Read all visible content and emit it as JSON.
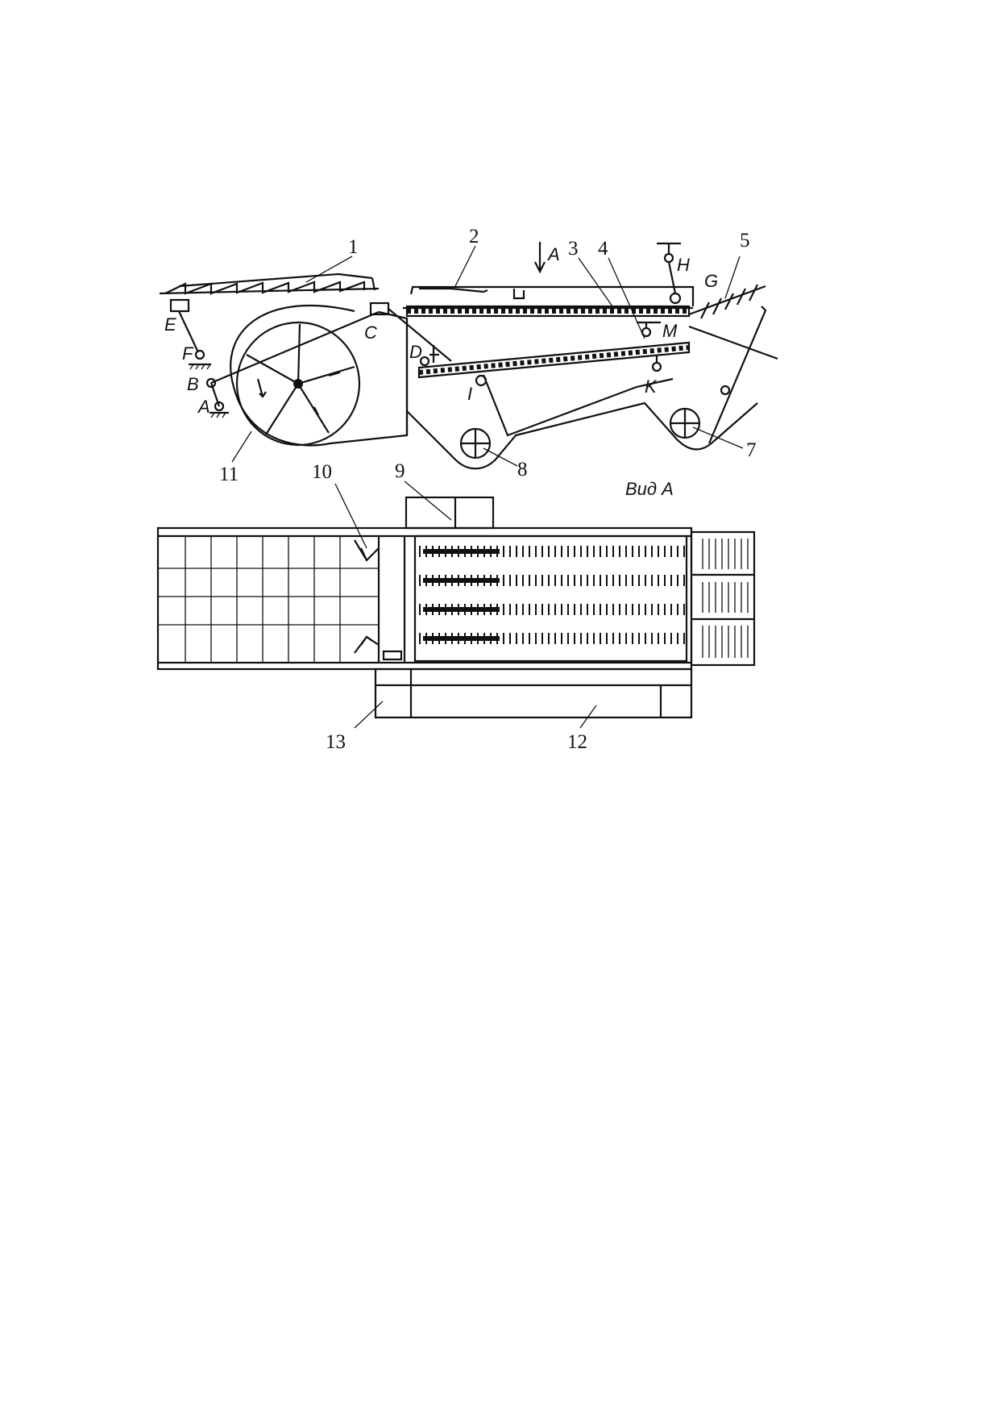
{
  "figure": {
    "side_view_labels": [
      "1",
      "2",
      "3",
      "4",
      "5",
      "7",
      "8",
      "10",
      "11"
    ],
    "joint_letters": [
      "A",
      "B",
      "C",
      "D",
      "E",
      "F",
      "G",
      "H",
      "I",
      "K",
      "M"
    ],
    "direction_label": "A",
    "view_caption": "Вид А",
    "plan_view_labels": [
      "9",
      "12",
      "13"
    ]
  }
}
